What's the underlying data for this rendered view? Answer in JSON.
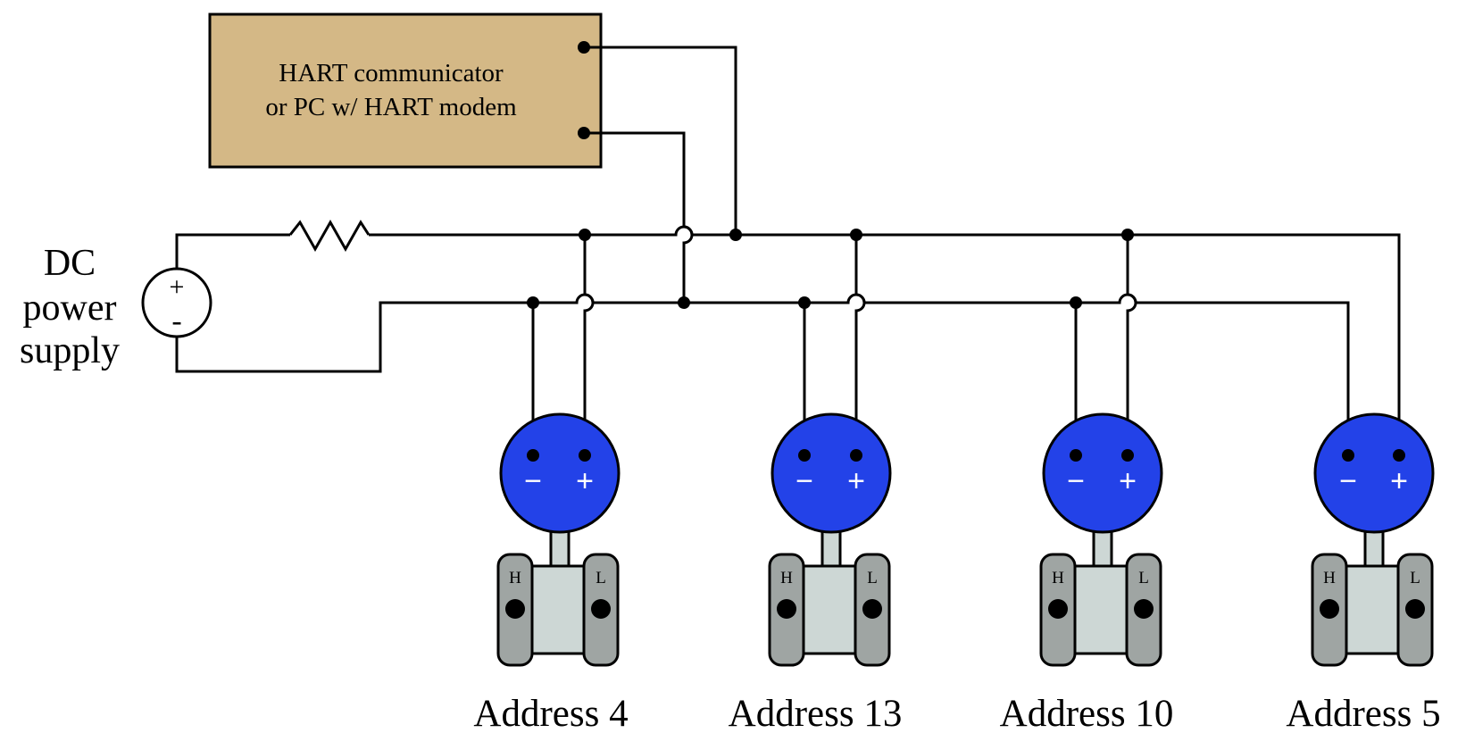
{
  "communicator": {
    "line1": "HART communicator",
    "line2": "or PC w/ HART modem",
    "fill": "#D4B886"
  },
  "power_supply": {
    "line1": "DC",
    "line2": "power",
    "line3": "supply",
    "plus": "+",
    "minus": "-"
  },
  "transmitters": [
    {
      "address_label": "Address 4",
      "minus": "−",
      "plus": "+",
      "high": "H",
      "low": "L"
    },
    {
      "address_label": "Address 13",
      "minus": "−",
      "plus": "+",
      "high": "H",
      "low": "L"
    },
    {
      "address_label": "Address 10",
      "minus": "−",
      "plus": "+",
      "high": "H",
      "low": "L"
    },
    {
      "address_label": "Address 5",
      "minus": "−",
      "plus": "+",
      "high": "H",
      "low": "L"
    }
  ],
  "colors": {
    "transmitter_head": "#2342E8",
    "flange": "#9FA5A3",
    "body": "#CDD7D5"
  }
}
